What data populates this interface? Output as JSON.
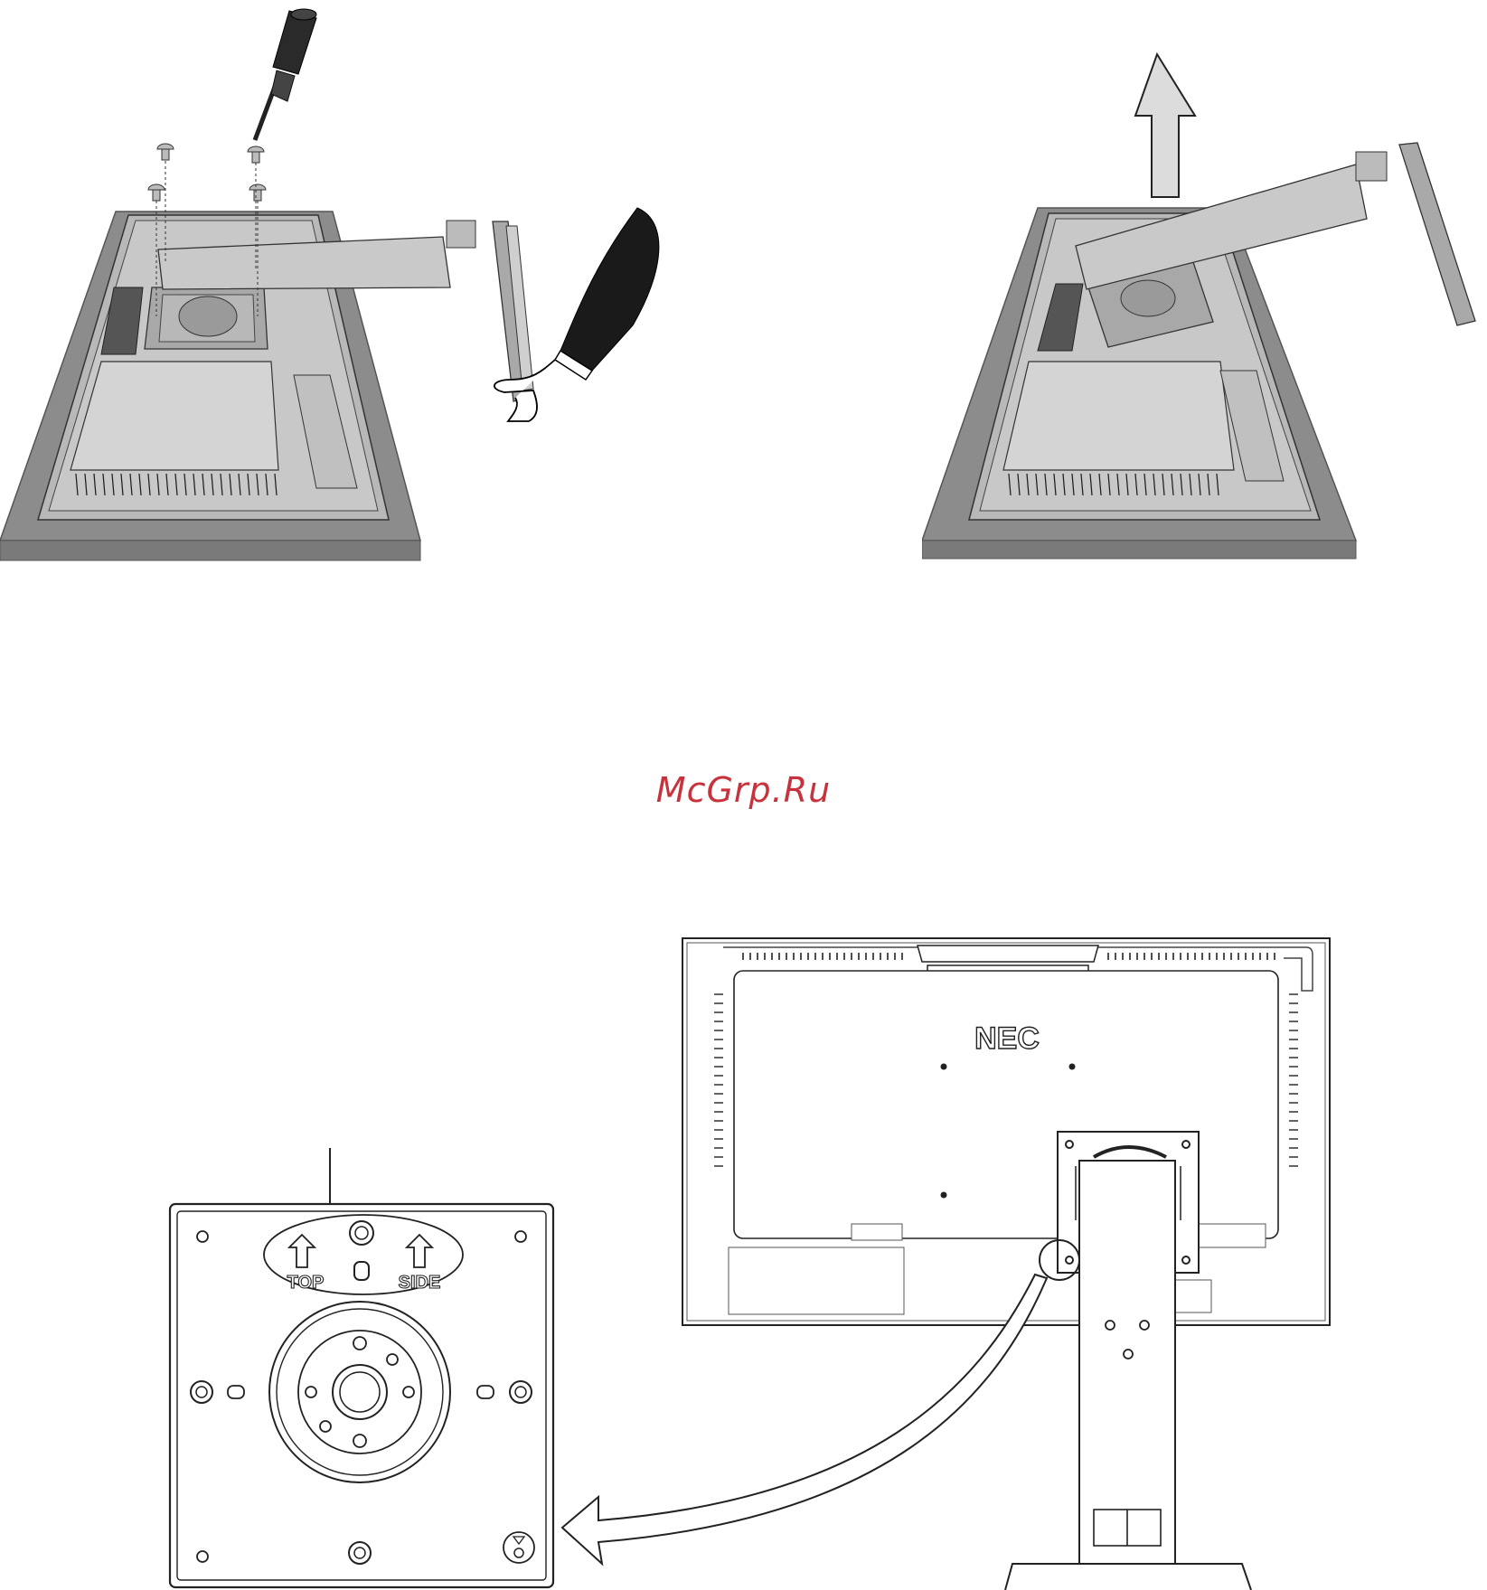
{
  "watermark": {
    "text": "McGrp.Ru"
  },
  "figure_bottom": {
    "monitor_logo": "NEC",
    "plate_labels": {
      "top": "TOP",
      "side": "SIDE"
    }
  },
  "colors": {
    "surface": "#8c8c8c",
    "panel": "#b8b8b8",
    "panel_light": "#d4d4d4",
    "outline": "#333333",
    "watermark": "#c8323c"
  }
}
